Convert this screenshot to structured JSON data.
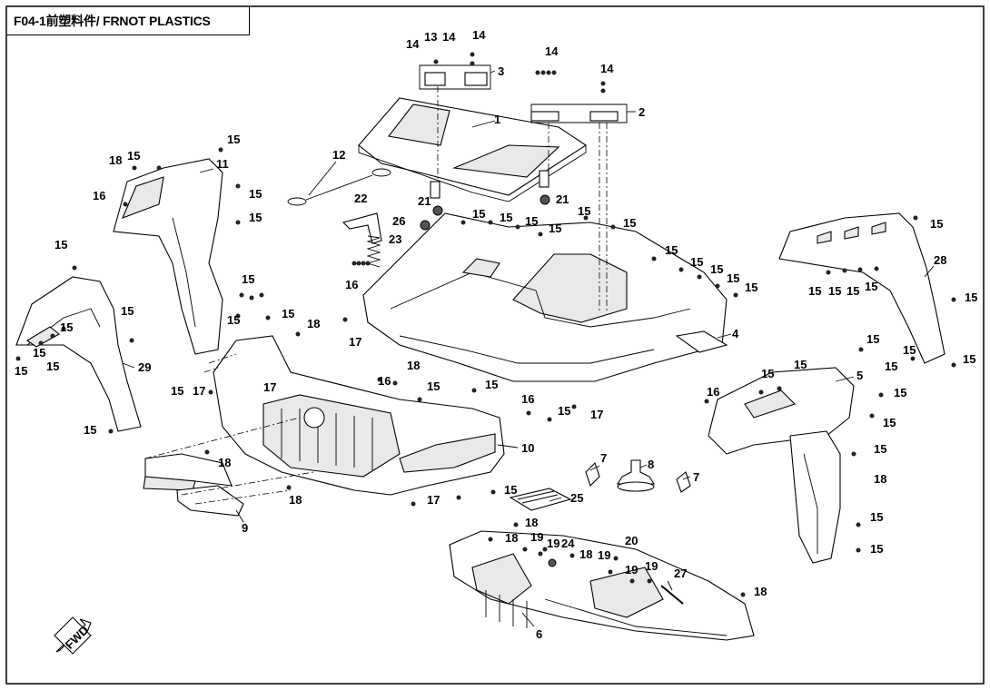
{
  "title": "F04-1前塑料件/ FRNOT PLASTICS",
  "fwd_label": "FWD",
  "callouts": {
    "c1": "1",
    "c2": "2",
    "c3": "3",
    "c4": "4",
    "c5": "5",
    "c6": "6",
    "c7a": "7",
    "c7b": "7",
    "c8": "8",
    "c9": "9",
    "c10": "10",
    "c11": "11",
    "c12": "12",
    "c13": "13",
    "c14a": "14",
    "c14b": "14",
    "c14c": "14",
    "c14d": "14",
    "c14e": "14",
    "c15": "15",
    "c16": "16",
    "c17": "17",
    "c18": "18",
    "c19": "19",
    "c20": "20",
    "c21": "21",
    "c22": "22",
    "c23": "23",
    "c24": "24",
    "c25": "25",
    "c26": "26",
    "c27": "27",
    "c28": "28",
    "c29": "29"
  },
  "colors": {
    "line": "#000000",
    "shade": "#555555",
    "paper": "#ffffff"
  }
}
